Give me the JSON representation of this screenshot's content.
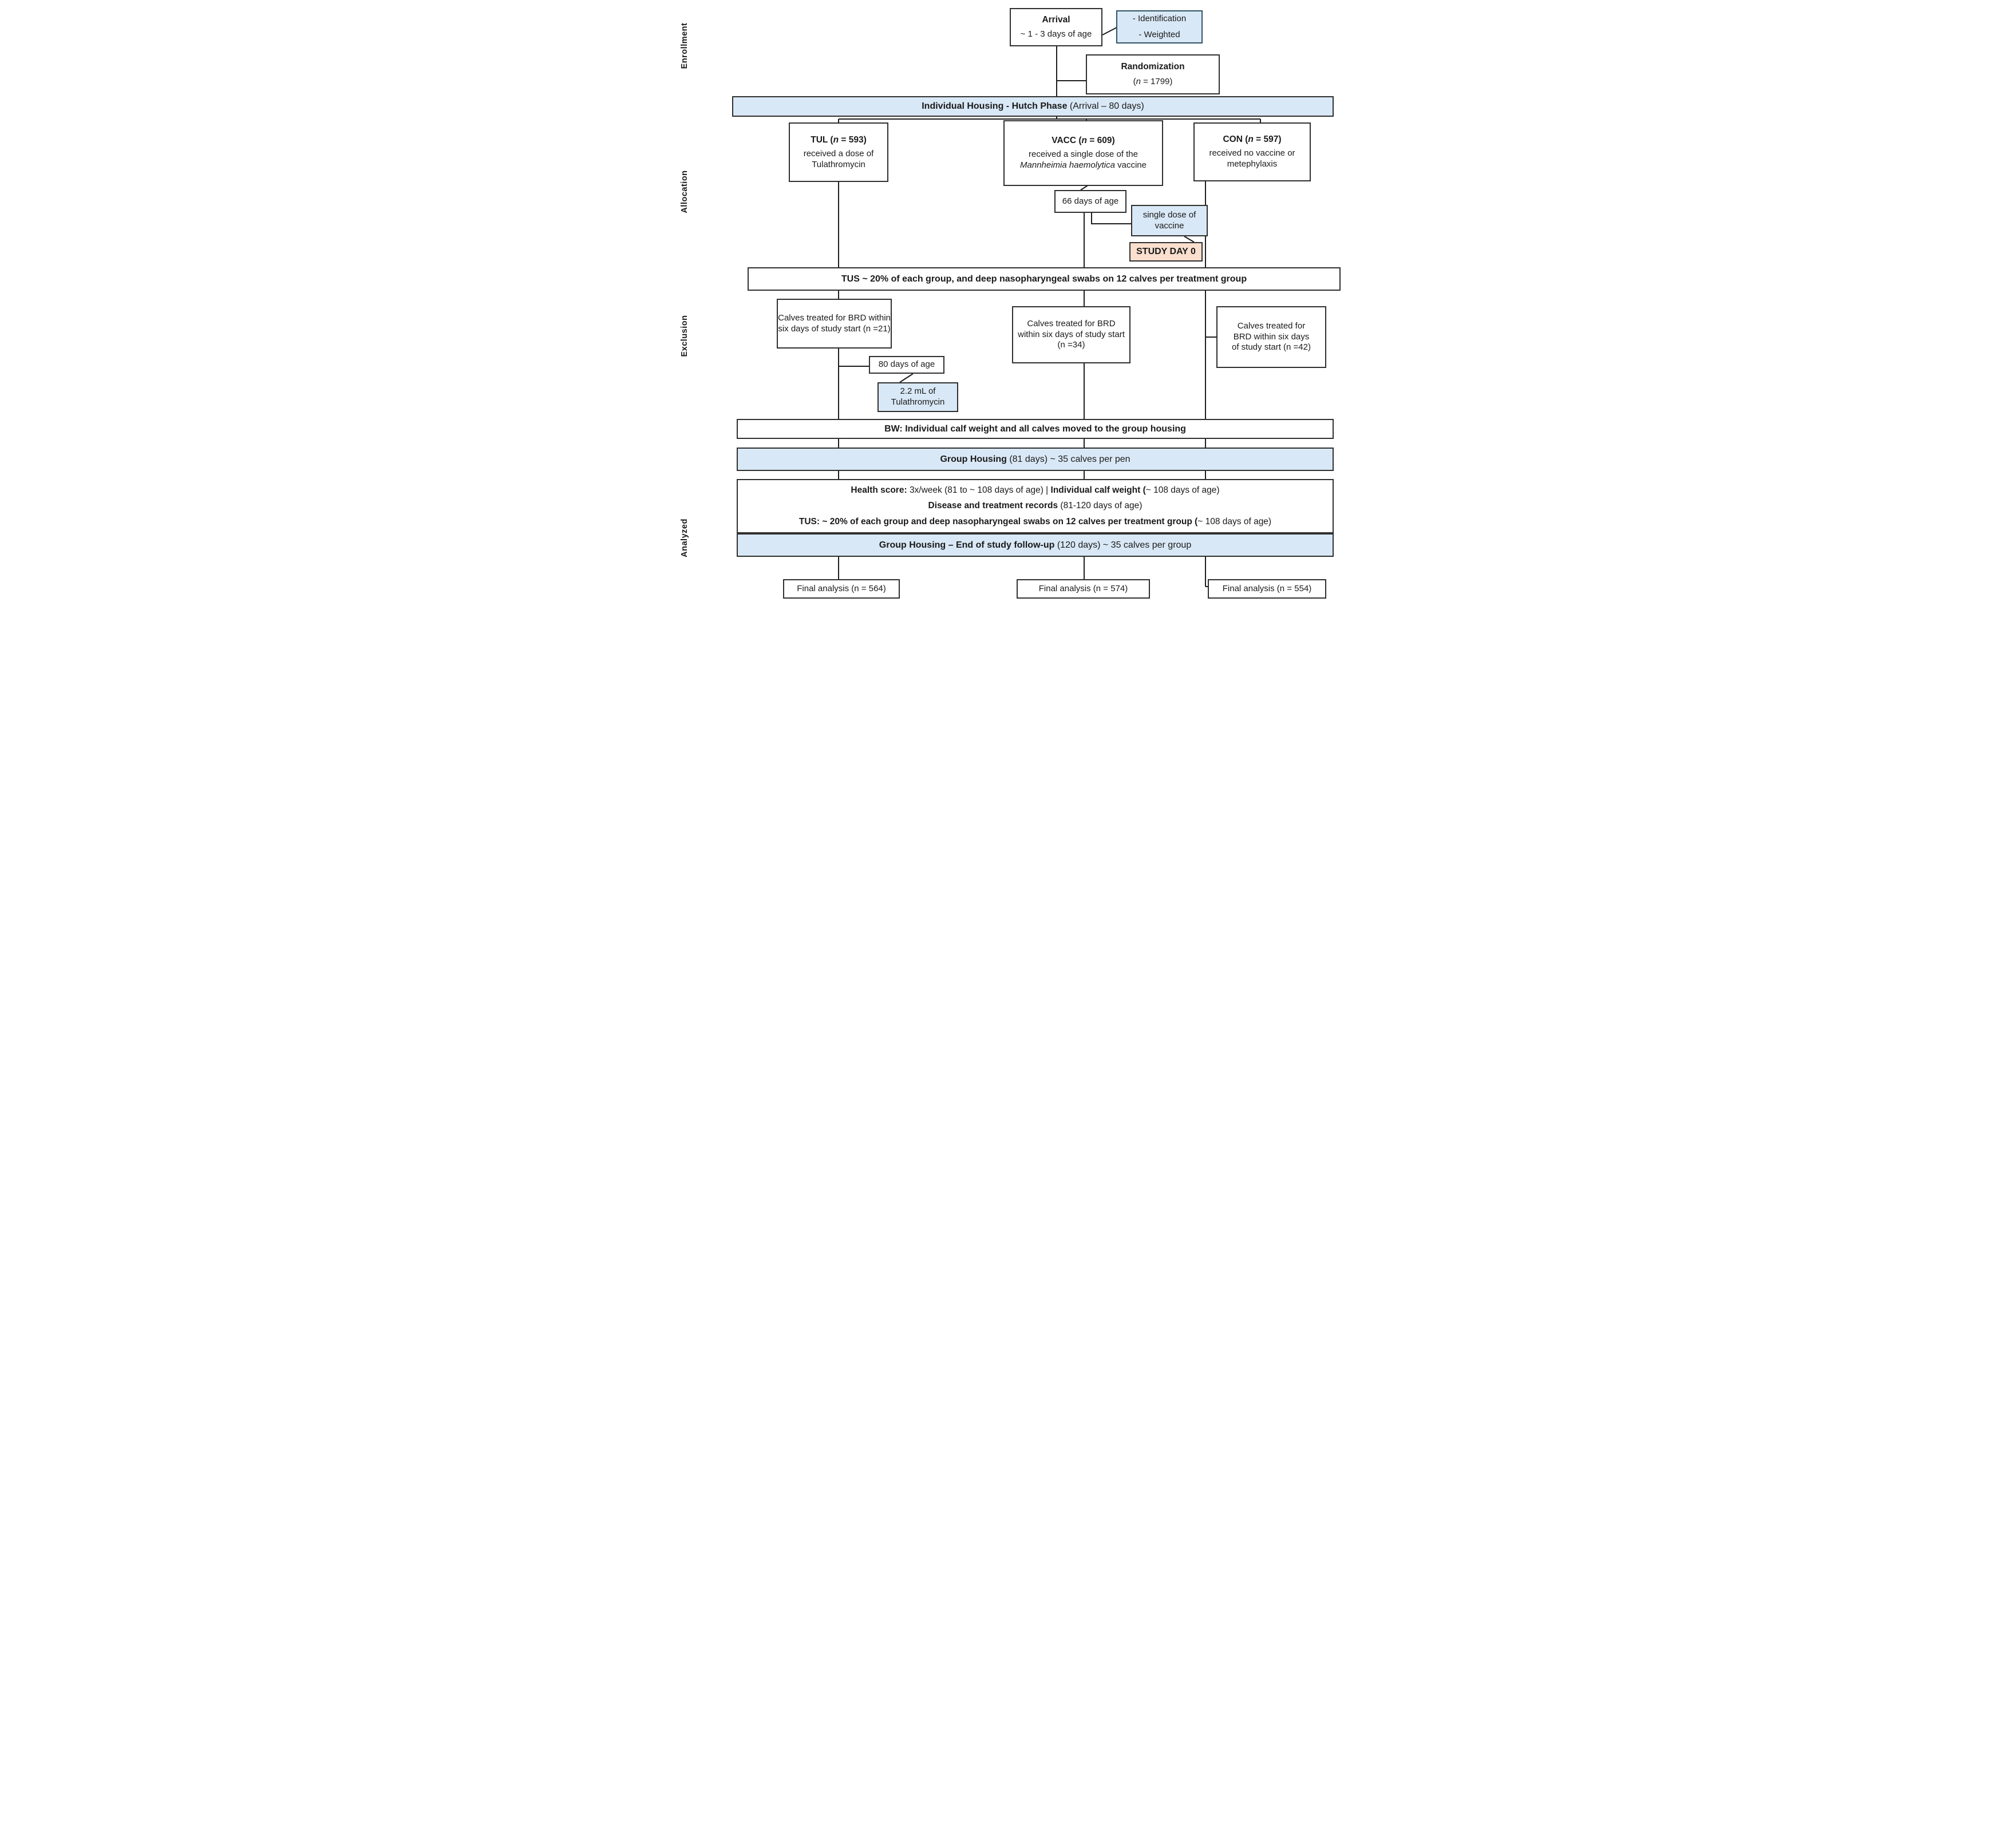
{
  "colors": {
    "box_blue": "#d9e8f6",
    "box_peach": "#fadfce",
    "border_dark": "#2f2f2f",
    "border_blue": "#2f5466",
    "line": "#1c1c1c",
    "background": "#ffffff"
  },
  "stages": [
    "Enrollment",
    "Allocation",
    "Exclusion",
    "Analyzed"
  ],
  "enrollment": {
    "arrival": {
      "title": "Arrival",
      "subtitle": "~ 1 - 3 days of age"
    },
    "notes": [
      "- Identification",
      "- Weighted"
    ],
    "randomization": {
      "title": "Randomization",
      "n_rich": [
        [
          "(",
          ""
        ],
        [
          "n",
          "i"
        ],
        [
          " = 1799)",
          ""
        ]
      ]
    }
  },
  "banners": {
    "hutch": {
      "bold": "Individual Housing - Hutch Phase",
      "rest": " (Arrival – 80 days)"
    },
    "tus": "TUS ~ 20% of each group, and deep nasopharyngeal swabs on 12 calves per treatment group",
    "bw": "BW: Individual calf weight and all calves moved to the group housing",
    "group_housing": {
      "bold": "Group Housing",
      "rest": " (81 days) ~ 35 calves per pen"
    },
    "end_followup": {
      "bold": "Group Housing – End of study follow-up",
      "rest": " (120 days) ~ 35 calves per group"
    }
  },
  "groups": [
    {
      "name": "TUL",
      "title_rich": [
        [
          "TUL ",
          "b"
        ],
        [
          "(",
          ""
        ],
        [
          "n",
          "i"
        ],
        [
          " = 593)",
          ""
        ]
      ],
      "body_rich": [
        [
          "received a dose of Tulathromycin",
          ""
        ]
      ],
      "exclusion": "Calves treated for BRD within six days of study start (n =21)",
      "final": "Final analysis (n = 564)"
    },
    {
      "name": "VACC",
      "title_rich": [
        [
          "VACC ",
          "b"
        ],
        [
          "(",
          ""
        ],
        [
          "n",
          "i"
        ],
        [
          " = 609)",
          ""
        ]
      ],
      "body_rich": [
        [
          "received a single dose of the ",
          ""
        ],
        [
          "Mannheimia haemolytica",
          "i"
        ],
        [
          " vaccine",
          ""
        ]
      ],
      "exclusion": "Calves treated for BRD within six days of study start (n =34)",
      "final": "Final analysis (n = 574)"
    },
    {
      "name": "CON",
      "title_rich": [
        [
          "CON ",
          "b"
        ],
        [
          "(",
          ""
        ],
        [
          "n",
          "i"
        ],
        [
          " = 597)",
          ""
        ]
      ],
      "body_rich": [
        [
          "received no vaccine or metephylaxis",
          ""
        ]
      ],
      "exclusion": "Calves treated for BRD within six days of study start (n =42)",
      "final": "Final analysis (n = 554)"
    }
  ],
  "annotations": {
    "days66": "66 days of age",
    "single_dose": "single dose of vaccine",
    "study_day0": "STUDY DAY 0",
    "days80": "80 days of age",
    "tulathromycin_dose": "2.2 mL of Tulathromycin"
  },
  "monitoring": {
    "line1_rich": [
      [
        "Health score: ",
        "b"
      ],
      [
        "3x/week (81 to ~ 108 days of age) | ",
        ""
      ],
      [
        "Individual calf weight (",
        "b"
      ],
      [
        "~ 108 days of age)",
        ""
      ]
    ],
    "line2_rich": [
      [
        "Disease and treatment records ",
        "b"
      ],
      [
        "(81-120 days of age)",
        ""
      ]
    ],
    "line3_rich": [
      [
        "TUS: ~ 20% of each group and deep nasopharyngeal swabs on 12 calves per treatment group (",
        "b"
      ],
      [
        "~ 108 days of age)",
        ""
      ]
    ]
  }
}
